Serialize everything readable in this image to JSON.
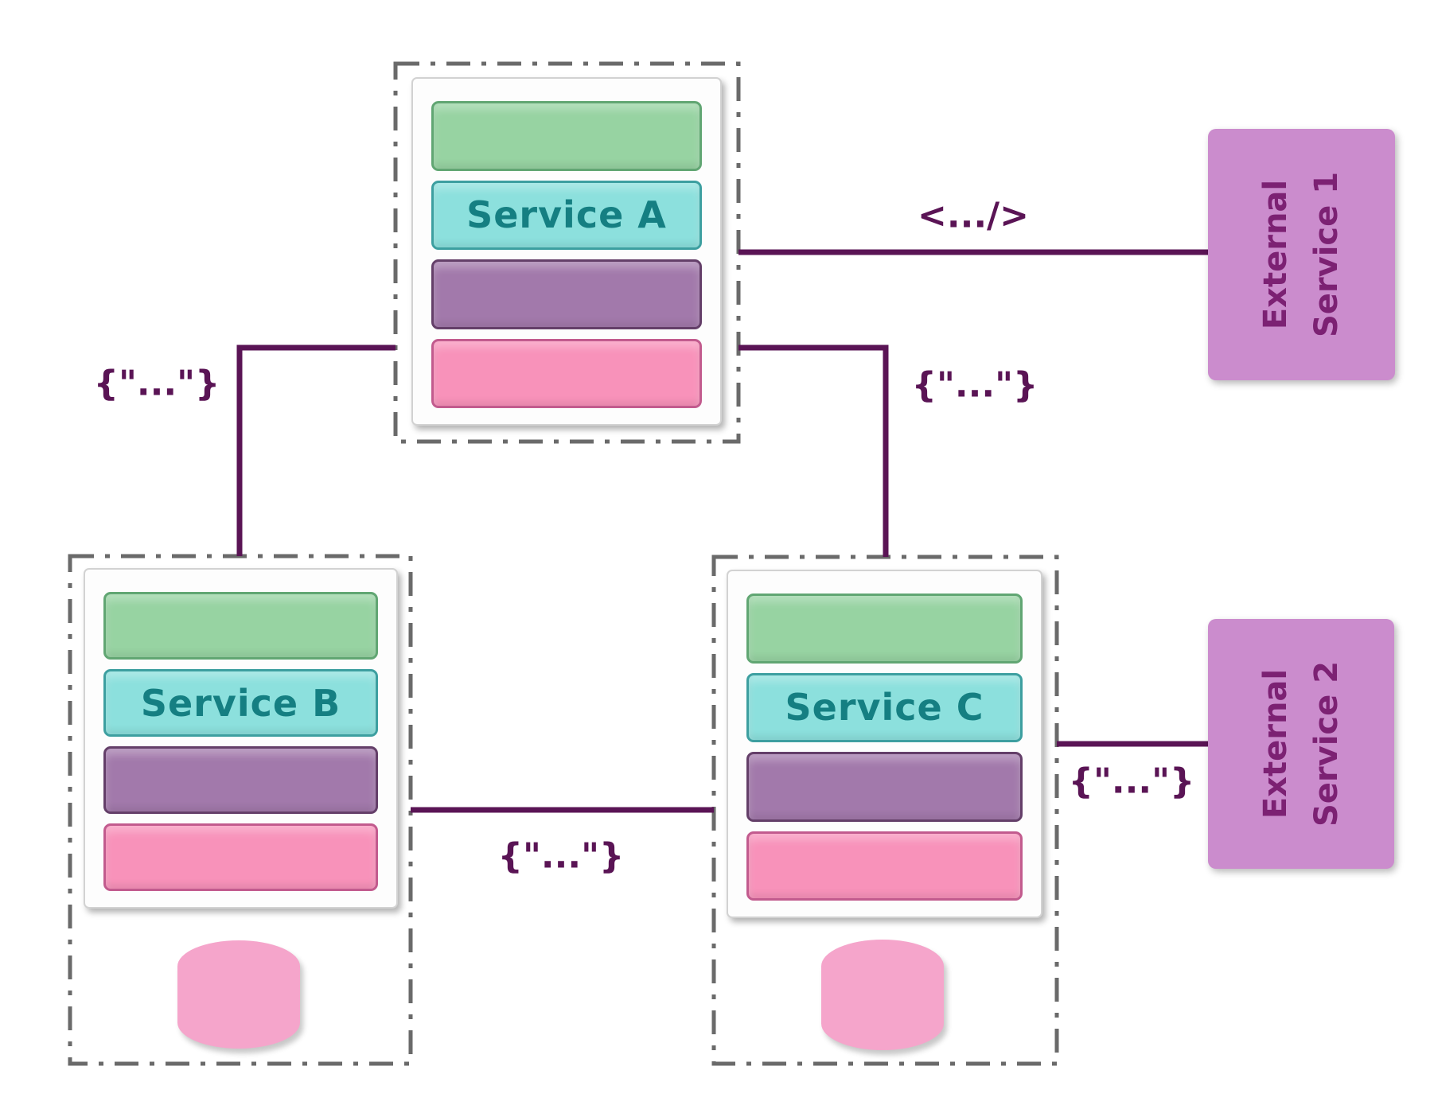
{
  "services": [
    {
      "id": "service-a",
      "label": "Service A"
    },
    {
      "id": "service-b",
      "label": "Service B",
      "has_database": true
    },
    {
      "id": "service-c",
      "label": "Service C",
      "has_database": true
    }
  ],
  "external_services": [
    {
      "id": "external-service-1",
      "label_line1": "External",
      "label_line2": "Service 1"
    },
    {
      "id": "external-service-2",
      "label_line1": "External",
      "label_line2": "Service 2"
    }
  ],
  "edges": [
    {
      "from": "Service A",
      "to": "External Service 1",
      "label": "<.../>"
    },
    {
      "from": "Service A",
      "to": "Service B",
      "label": "{\"...\"}"
    },
    {
      "from": "Service A",
      "to": "Service C",
      "label": "{\"...\"}"
    },
    {
      "from": "Service B",
      "to": "Service C",
      "label": "{\"...\"}"
    },
    {
      "from": "Service C",
      "to": "External Service 2",
      "label": "{\"...\"}"
    }
  ],
  "colors": {
    "connector": "#5a1455",
    "edge_label_text": "#5a1455",
    "boundary_dash": "#6a6a6a",
    "card_background": "#fdfdfd",
    "bar_green": "#97d3a2",
    "bar_teal": "#8ce0dd",
    "bar_purple": "#a279ab",
    "bar_pink": "#f892ba",
    "service_label_text": "#157f82",
    "external_fill": "#cb8ccd",
    "external_text": "#7c2173",
    "database_fill": "#f5a5cb"
  }
}
